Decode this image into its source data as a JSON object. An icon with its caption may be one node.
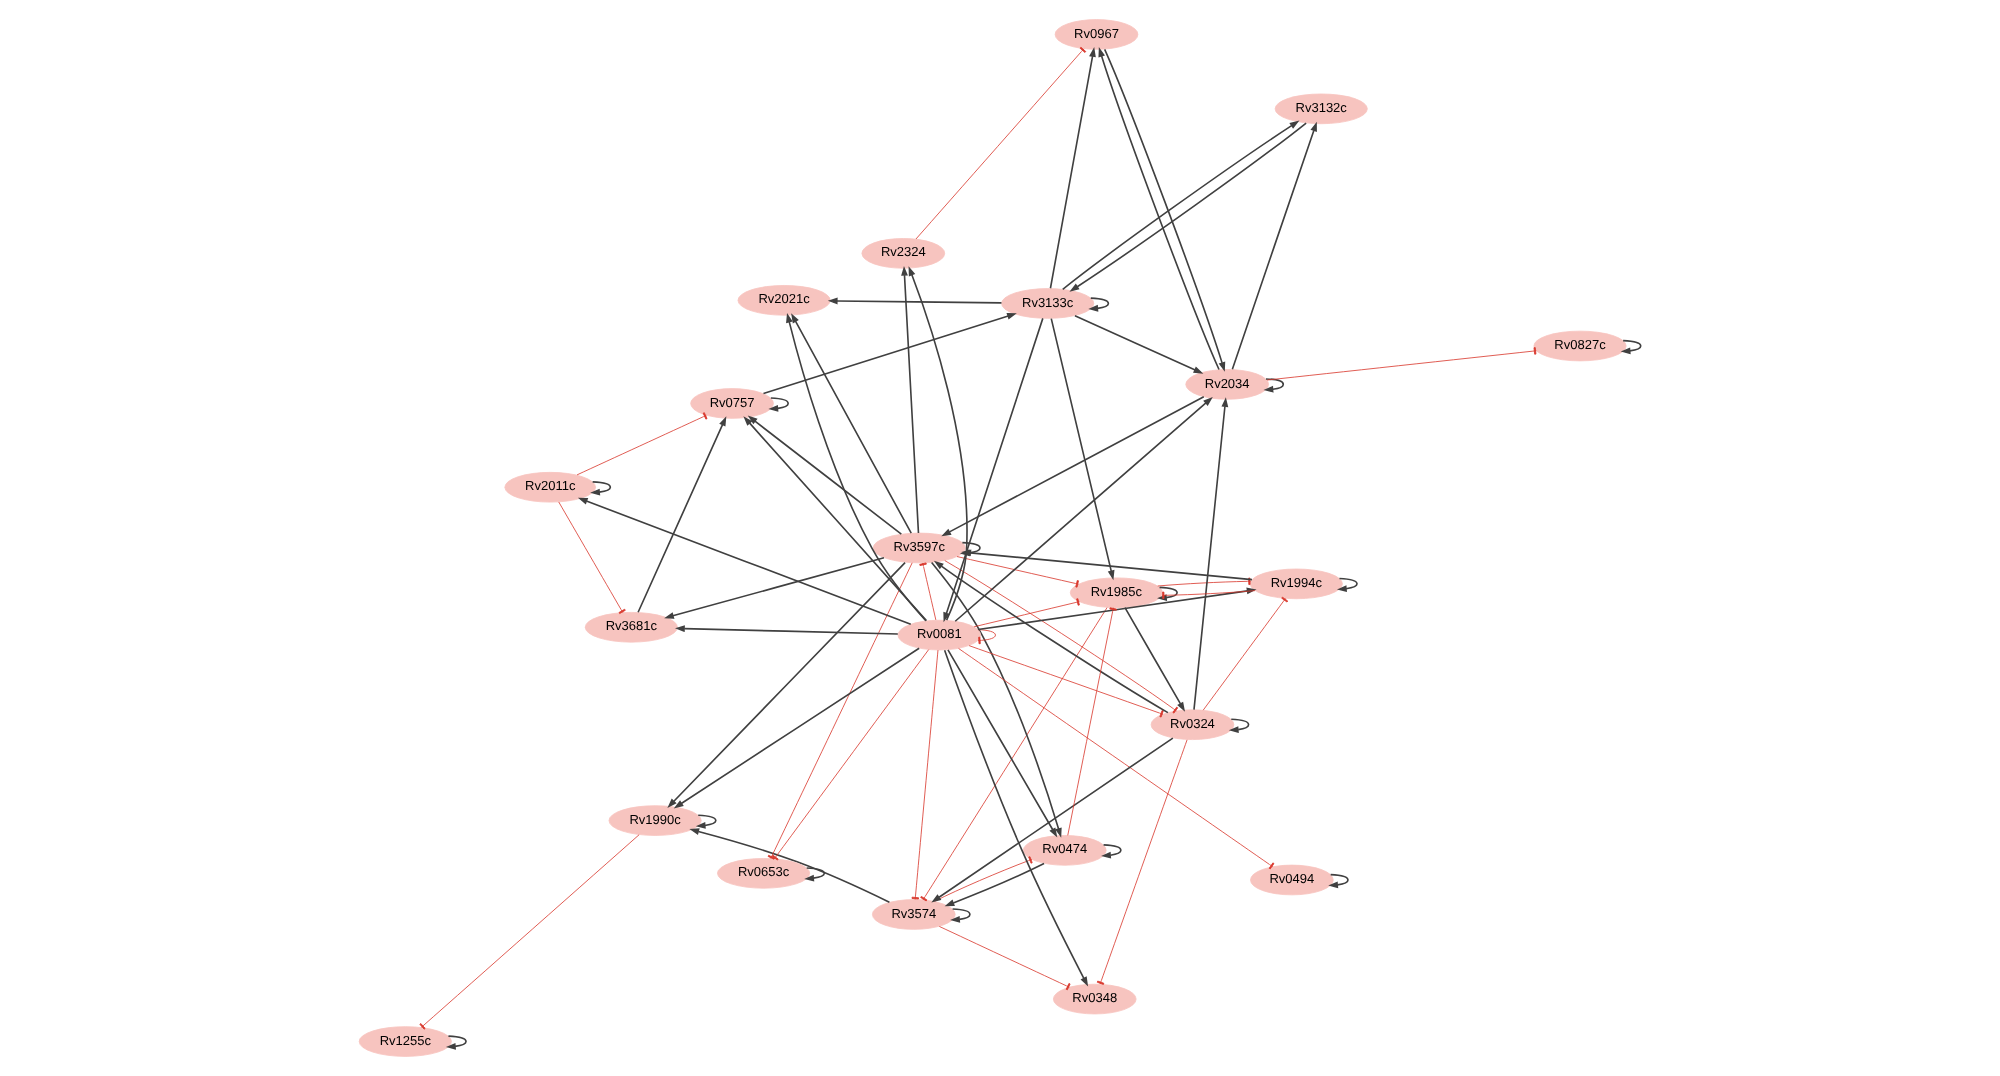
{
  "diagram": {
    "nodes": [
      {
        "text": [
          "Rv2021c"
        ]
      },
      {
        "text": [
          "Rv0494"
        ]
      },
      {
        "text": [
          "Rv1985c"
        ]
      },
      {
        "text": [
          "Rv2034"
        ]
      },
      {
        "text": [
          "Rv0757"
        ]
      },
      {
        "text": [
          "Rv2011c"
        ]
      },
      {
        "text": [
          "Rv3681c"
        ]
      },
      {
        "text": [
          "Rv0827c"
        ]
      },
      {
        "text": [
          "Rv3574"
        ]
      },
      {
        "text": [
          "Rv3597c"
        ]
      },
      {
        "text": [
          "Rv0081"
        ]
      },
      {
        "text": [
          "Rv3133c"
        ]
      },
      {
        "text": [
          "Rv0348"
        ]
      },
      {
        "text": [
          "Rv3132c"
        ]
      },
      {
        "text": [
          "Rv2324"
        ]
      },
      {
        "text": [
          "Rv0324"
        ]
      },
      {
        "text": [
          "Rv0474"
        ]
      },
      {
        "text": [
          "Rv0967"
        ]
      },
      {
        "text": [
          "Rv1990c"
        ]
      },
      {
        "text": [
          "Rv1255c"
        ]
      },
      {
        "text": [
          "Rv1994c"
        ]
      },
      {
        "text": [
          "Rv0653c"
        ]
      }
    ],
    "edges": [
      {
        "from": 2,
        "to": 2,
        "arrow": "to"
      },
      {
        "from": 3,
        "to": 3,
        "arrow": "to"
      },
      {
        "from": 1,
        "to": 1,
        "arrow": "to"
      },
      {
        "from": 4,
        "to": 4,
        "arrow": "to"
      },
      {
        "from": 5,
        "to": 5,
        "arrow": "to"
      },
      {
        "from": 7,
        "to": 7,
        "arrow": "to"
      },
      {
        "from": 8,
        "to": 8,
        "arrow": "to"
      },
      {
        "from": 9,
        "to": 9,
        "arrow": "to"
      },
      {
        "from": 10,
        "to": 10,
        "arrow": "other",
        "color": "#d9382c"
      },
      {
        "from": 11,
        "to": 11,
        "arrow": "to"
      },
      {
        "from": 15,
        "to": 15,
        "arrow": "to"
      },
      {
        "from": 16,
        "to": 16,
        "arrow": "to"
      },
      {
        "from": 18,
        "to": 18,
        "arrow": "to"
      },
      {
        "from": 19,
        "to": 19,
        "arrow": "to"
      },
      {
        "from": 21,
        "to": 21,
        "arrow": "to"
      },
      {
        "from": 20,
        "to": 20,
        "arrow": "to"
      },
      {
        "from": 2,
        "to": 8,
        "arrow": "other",
        "color": "#d9382c"
      },
      {
        "from": 8,
        "to": 12,
        "arrow": "other",
        "color": "#d9382c"
      },
      {
        "from": 14,
        "to": 17,
        "arrow": "other",
        "color": "#d9382c"
      },
      {
        "from": 5,
        "to": 4,
        "arrow": "other",
        "color": "#d9382c"
      },
      {
        "from": 5,
        "to": 6,
        "arrow": "other",
        "color": "#d9382c"
      },
      {
        "from": 3,
        "to": 7,
        "arrow": "other",
        "color": "#d9382c"
      },
      {
        "from": 10,
        "to": 1,
        "arrow": "other",
        "color": "#d9382c"
      },
      {
        "from": 10,
        "to": 21,
        "arrow": "other",
        "color": "#d9382c"
      },
      {
        "from": 9,
        "to": 21,
        "arrow": "other",
        "color": "#d9382c"
      },
      {
        "from": 18,
        "to": 19,
        "arrow": "other",
        "color": "#d9382c"
      },
      {
        "from": 10,
        "to": 8,
        "arrow": "other",
        "color": "#d9382c"
      },
      {
        "from": 16,
        "to": 2,
        "arrow": "other",
        "color": "#d9382c"
      },
      {
        "from": 10,
        "to": 2,
        "arrow": "other",
        "color": "#d9382c"
      },
      {
        "from": 20,
        "to": 2,
        "arrow": "other",
        "color": "#d9382c"
      },
      {
        "from": 9,
        "to": 2,
        "arrow": "other",
        "color": "#d9382c"
      },
      {
        "from": 15,
        "to": 12,
        "arrow": "other",
        "color": "#d9382c"
      },
      {
        "from": 10,
        "to": 15,
        "arrow": "other",
        "color": "#d9382c"
      },
      {
        "from": 9,
        "to": 15,
        "arrow": "other",
        "color": "#d9382c"
      },
      {
        "from": 2,
        "to": 20,
        "arrow": "other",
        "color": "#d9382c"
      },
      {
        "from": 15,
        "to": 20,
        "arrow": "other",
        "color": "#d9382c"
      },
      {
        "from": 8,
        "to": 16,
        "arrow": "other",
        "color": "#d9382c"
      },
      {
        "from": 10,
        "to": 9,
        "arrow": "other",
        "color": "#d9382c"
      },
      {
        "from": 9,
        "to": 0,
        "arrow": "to"
      },
      {
        "from": 10,
        "to": 0,
        "arrow": "to"
      },
      {
        "from": 11,
        "to": 0,
        "arrow": "to"
      },
      {
        "from": 3,
        "to": 9,
        "arrow": "to"
      },
      {
        "from": 11,
        "to": 3,
        "arrow": "to"
      },
      {
        "from": 10,
        "to": 3,
        "arrow": "to"
      },
      {
        "from": 3,
        "to": 13,
        "arrow": "to"
      },
      {
        "from": 9,
        "to": 4,
        "arrow": "to"
      },
      {
        "from": 10,
        "to": 4,
        "arrow": "to"
      },
      {
        "from": 6,
        "to": 4,
        "arrow": "to"
      },
      {
        "from": 4,
        "to": 11,
        "arrow": "to"
      },
      {
        "from": 10,
        "to": 5,
        "arrow": "to"
      },
      {
        "from": 9,
        "to": 6,
        "arrow": "to"
      },
      {
        "from": 10,
        "to": 6,
        "arrow": "to"
      },
      {
        "from": 11,
        "to": 10,
        "arrow": "to"
      },
      {
        "from": 11,
        "to": 13,
        "arrow": "to"
      },
      {
        "from": 13,
        "to": 11,
        "arrow": "to"
      },
      {
        "from": 10,
        "to": 12,
        "arrow": "to"
      },
      {
        "from": 10,
        "to": 14,
        "arrow": "to"
      },
      {
        "from": 9,
        "to": 14,
        "arrow": "to"
      },
      {
        "from": 11,
        "to": 2,
        "arrow": "to"
      },
      {
        "from": 9,
        "to": 16,
        "arrow": "to"
      },
      {
        "from": 10,
        "to": 18,
        "arrow": "to"
      },
      {
        "from": 9,
        "to": 18,
        "arrow": "to"
      },
      {
        "from": 8,
        "to": 18,
        "arrow": "to"
      },
      {
        "from": 10,
        "to": 20,
        "arrow": "to"
      },
      {
        "from": 15,
        "to": 8,
        "arrow": "to"
      },
      {
        "from": 15,
        "to": 9,
        "arrow": "to"
      },
      {
        "from": 15,
        "to": 3,
        "arrow": "to"
      },
      {
        "from": 3,
        "to": 17,
        "arrow": "to"
      },
      {
        "from": 17,
        "to": 3,
        "arrow": "to"
      },
      {
        "from": 11,
        "to": 17,
        "arrow": "to"
      },
      {
        "from": 2,
        "to": 15,
        "arrow": "to"
      },
      {
        "from": 16,
        "to": 8,
        "arrow": "to"
      },
      {
        "from": 10,
        "to": 16,
        "arrow": "to"
      },
      {
        "from": 20,
        "to": 9,
        "arrow": "to"
      }
    ]
  }
}
